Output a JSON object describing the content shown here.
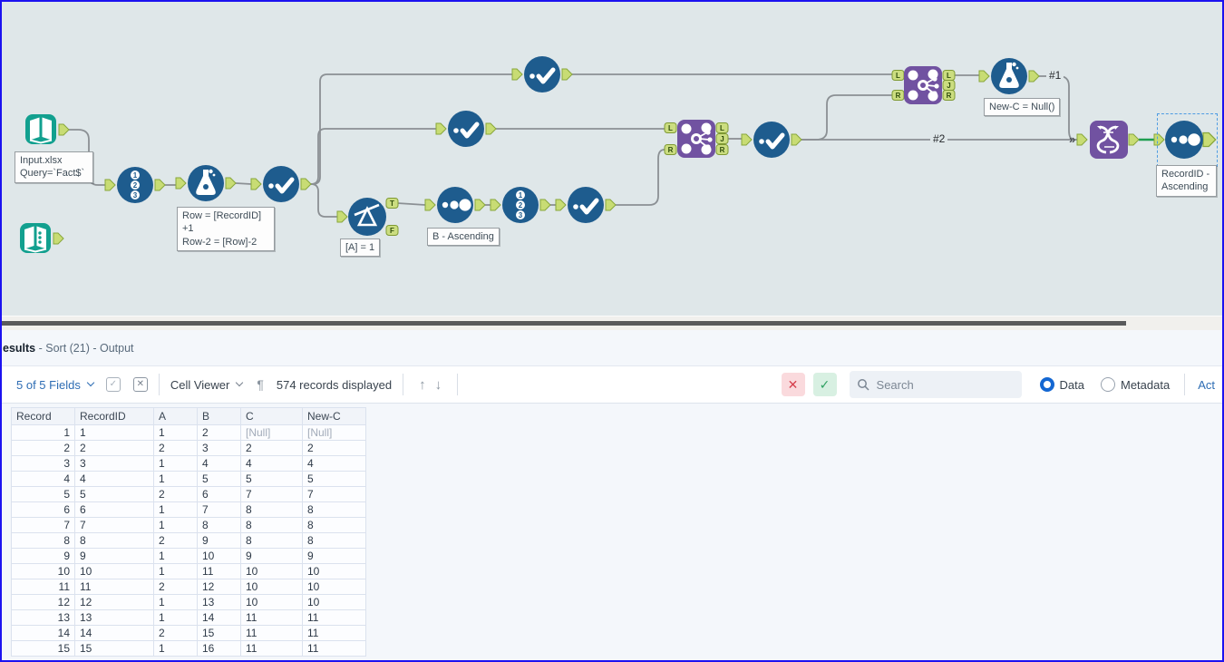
{
  "canvas": {
    "annotations": {
      "input1": "Input.xlsx\nQuery=`Fact$`",
      "formula1": "Row = [RecordID]\n+1\nRow-2 = [Row]-2",
      "filter1": "[A] = 1",
      "sort1": "B - Ascending",
      "formula2": "New-C = Null()",
      "sort2": "RecordID -\nAscending"
    },
    "wire_labels": {
      "first": "#1",
      "second": "#2",
      "multi": "»"
    },
    "port_labels": {
      "left": "L",
      "join": "J",
      "right": "R",
      "true": "T",
      "false": "F"
    },
    "colors": {
      "tool_blue": "#1e5c8e",
      "tool_purple": "#7152a1",
      "tool_teal": "#12a08f",
      "anchor_green": "#c8dc74",
      "wire_gray": "#8b9094",
      "selected_green": "#1e9e50",
      "canvas_bg": "#dfe7e9",
      "window_border": "#1c12f0"
    }
  },
  "results": {
    "panel_title": {
      "name": "esults",
      "rest": " - Sort (21) - Output"
    },
    "toolbar": {
      "fields_label": "5 of 5 Fields",
      "cell_viewer_label": "Cell Viewer",
      "records_label": "574 records displayed",
      "search_placeholder": "Search",
      "radio_data": "Data",
      "radio_metadata": "Metadata",
      "actions_label": "Act",
      "icons": {
        "pilcrow": "¶",
        "up_arrow": "↑",
        "down_arrow": "↓",
        "clear": "✕",
        "accept": "✓",
        "check": "✓",
        "xsquare": "✕"
      }
    },
    "table": {
      "columns": [
        "Record",
        "RecordID",
        "A",
        "B",
        "C",
        "New-C"
      ],
      "rows": [
        [
          "1",
          "1",
          "1",
          "2",
          "[Null]",
          "[Null]"
        ],
        [
          "2",
          "2",
          "2",
          "3",
          "2",
          "2"
        ],
        [
          "3",
          "3",
          "1",
          "4",
          "4",
          "4"
        ],
        [
          "4",
          "4",
          "1",
          "5",
          "5",
          "5"
        ],
        [
          "5",
          "5",
          "2",
          "6",
          "7",
          "7"
        ],
        [
          "6",
          "6",
          "1",
          "7",
          "8",
          "8"
        ],
        [
          "7",
          "7",
          "1",
          "8",
          "8",
          "8"
        ],
        [
          "8",
          "8",
          "2",
          "9",
          "8",
          "8"
        ],
        [
          "9",
          "9",
          "1",
          "10",
          "9",
          "9"
        ],
        [
          "10",
          "10",
          "1",
          "11",
          "10",
          "10"
        ],
        [
          "11",
          "11",
          "2",
          "12",
          "10",
          "10"
        ],
        [
          "12",
          "12",
          "1",
          "13",
          "10",
          "10"
        ],
        [
          "13",
          "13",
          "1",
          "14",
          "11",
          "11"
        ],
        [
          "14",
          "14",
          "2",
          "15",
          "11",
          "11"
        ],
        [
          "15",
          "15",
          "1",
          "16",
          "11",
          "11"
        ]
      ]
    }
  }
}
